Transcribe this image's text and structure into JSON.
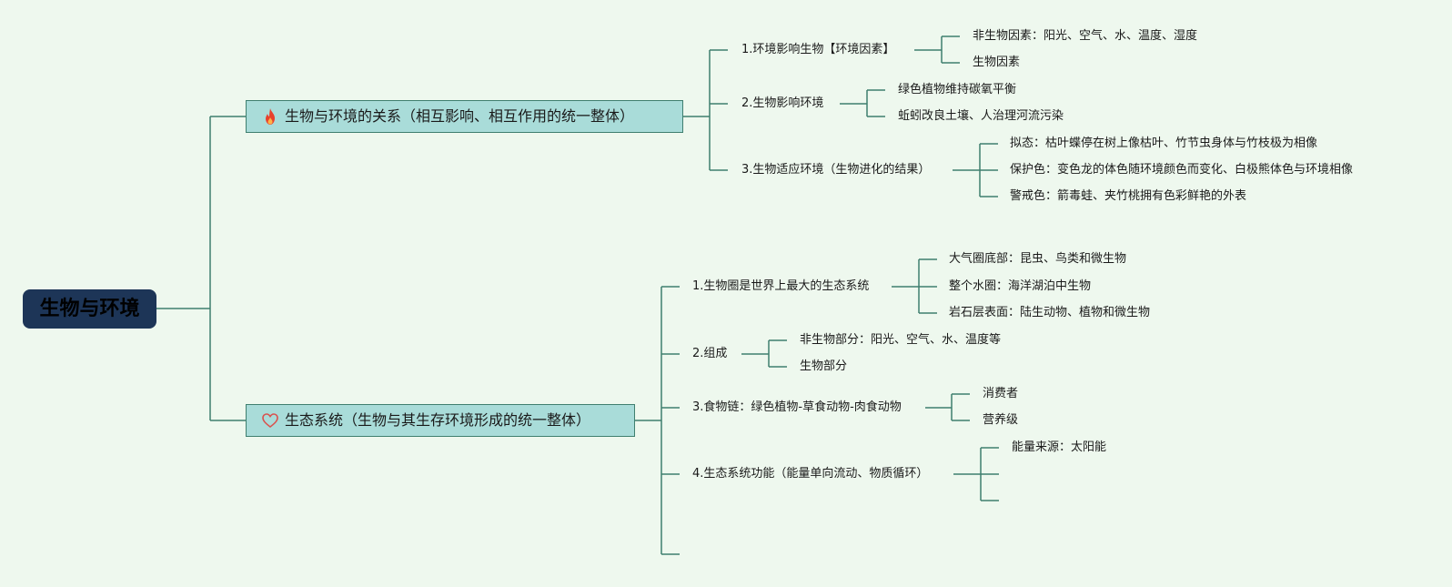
{
  "root": {
    "label": "生物与环境"
  },
  "branches": [
    {
      "icon": "fire-icon",
      "label": "生物与环境的关系（相互影响、相互作用的统一整体）",
      "children": [
        {
          "label": "1.环境影响生物【环境因素】",
          "children": [
            "非生物因素：阳光、空气、水、温度、湿度",
            "生物因素"
          ]
        },
        {
          "label": "2.生物影响环境",
          "children": [
            "绿色植物维持碳氧平衡",
            "蚯蚓改良土壤、人治理河流污染"
          ]
        },
        {
          "label": "3.生物适应环境（生物进化的结果）",
          "children": [
            "拟态：枯叶蝶停在树上像枯叶、竹节虫身体与竹枝极为相像",
            "保护色：变色龙的体色随环境颜色而变化、白极熊体色与环境相像",
            "警戒色：箭毒蛙、夹竹桃拥有色彩鲜艳的外表"
          ]
        }
      ]
    },
    {
      "icon": "heart-icon",
      "label": "生态系统（生物与其生存环境形成的统一整体）",
      "children": [
        {
          "label": "1.生物圈是世界上最大的生态系统",
          "children": [
            "大气圈底部：昆虫、鸟类和微生物",
            "整个水圈：海洋湖泊中生物",
            "岩石层表面：陆生动物、植物和微生物"
          ]
        },
        {
          "label": "2.组成",
          "children": [
            "非生物部分：阳光、空气、水、温度等",
            "生物部分"
          ]
        },
        {
          "label": "3.食物链：绿色植物-草食动物-肉食动物",
          "children": [
            "消费者",
            "营养级"
          ]
        },
        {
          "label": "4.生态系统功能（能量单向流动、物质循环）",
          "children": [
            "能量来源：太阳能",
            "",
            ""
          ]
        },
        {
          "label": "",
          "children": []
        }
      ]
    }
  ],
  "colors": {
    "background": "#eef8ee",
    "line": "#3f7f6f",
    "root_fill": "#1d3557",
    "branch_fill": "#a9dcd9",
    "fire": "#e8412c",
    "heart": "#d9534f"
  }
}
